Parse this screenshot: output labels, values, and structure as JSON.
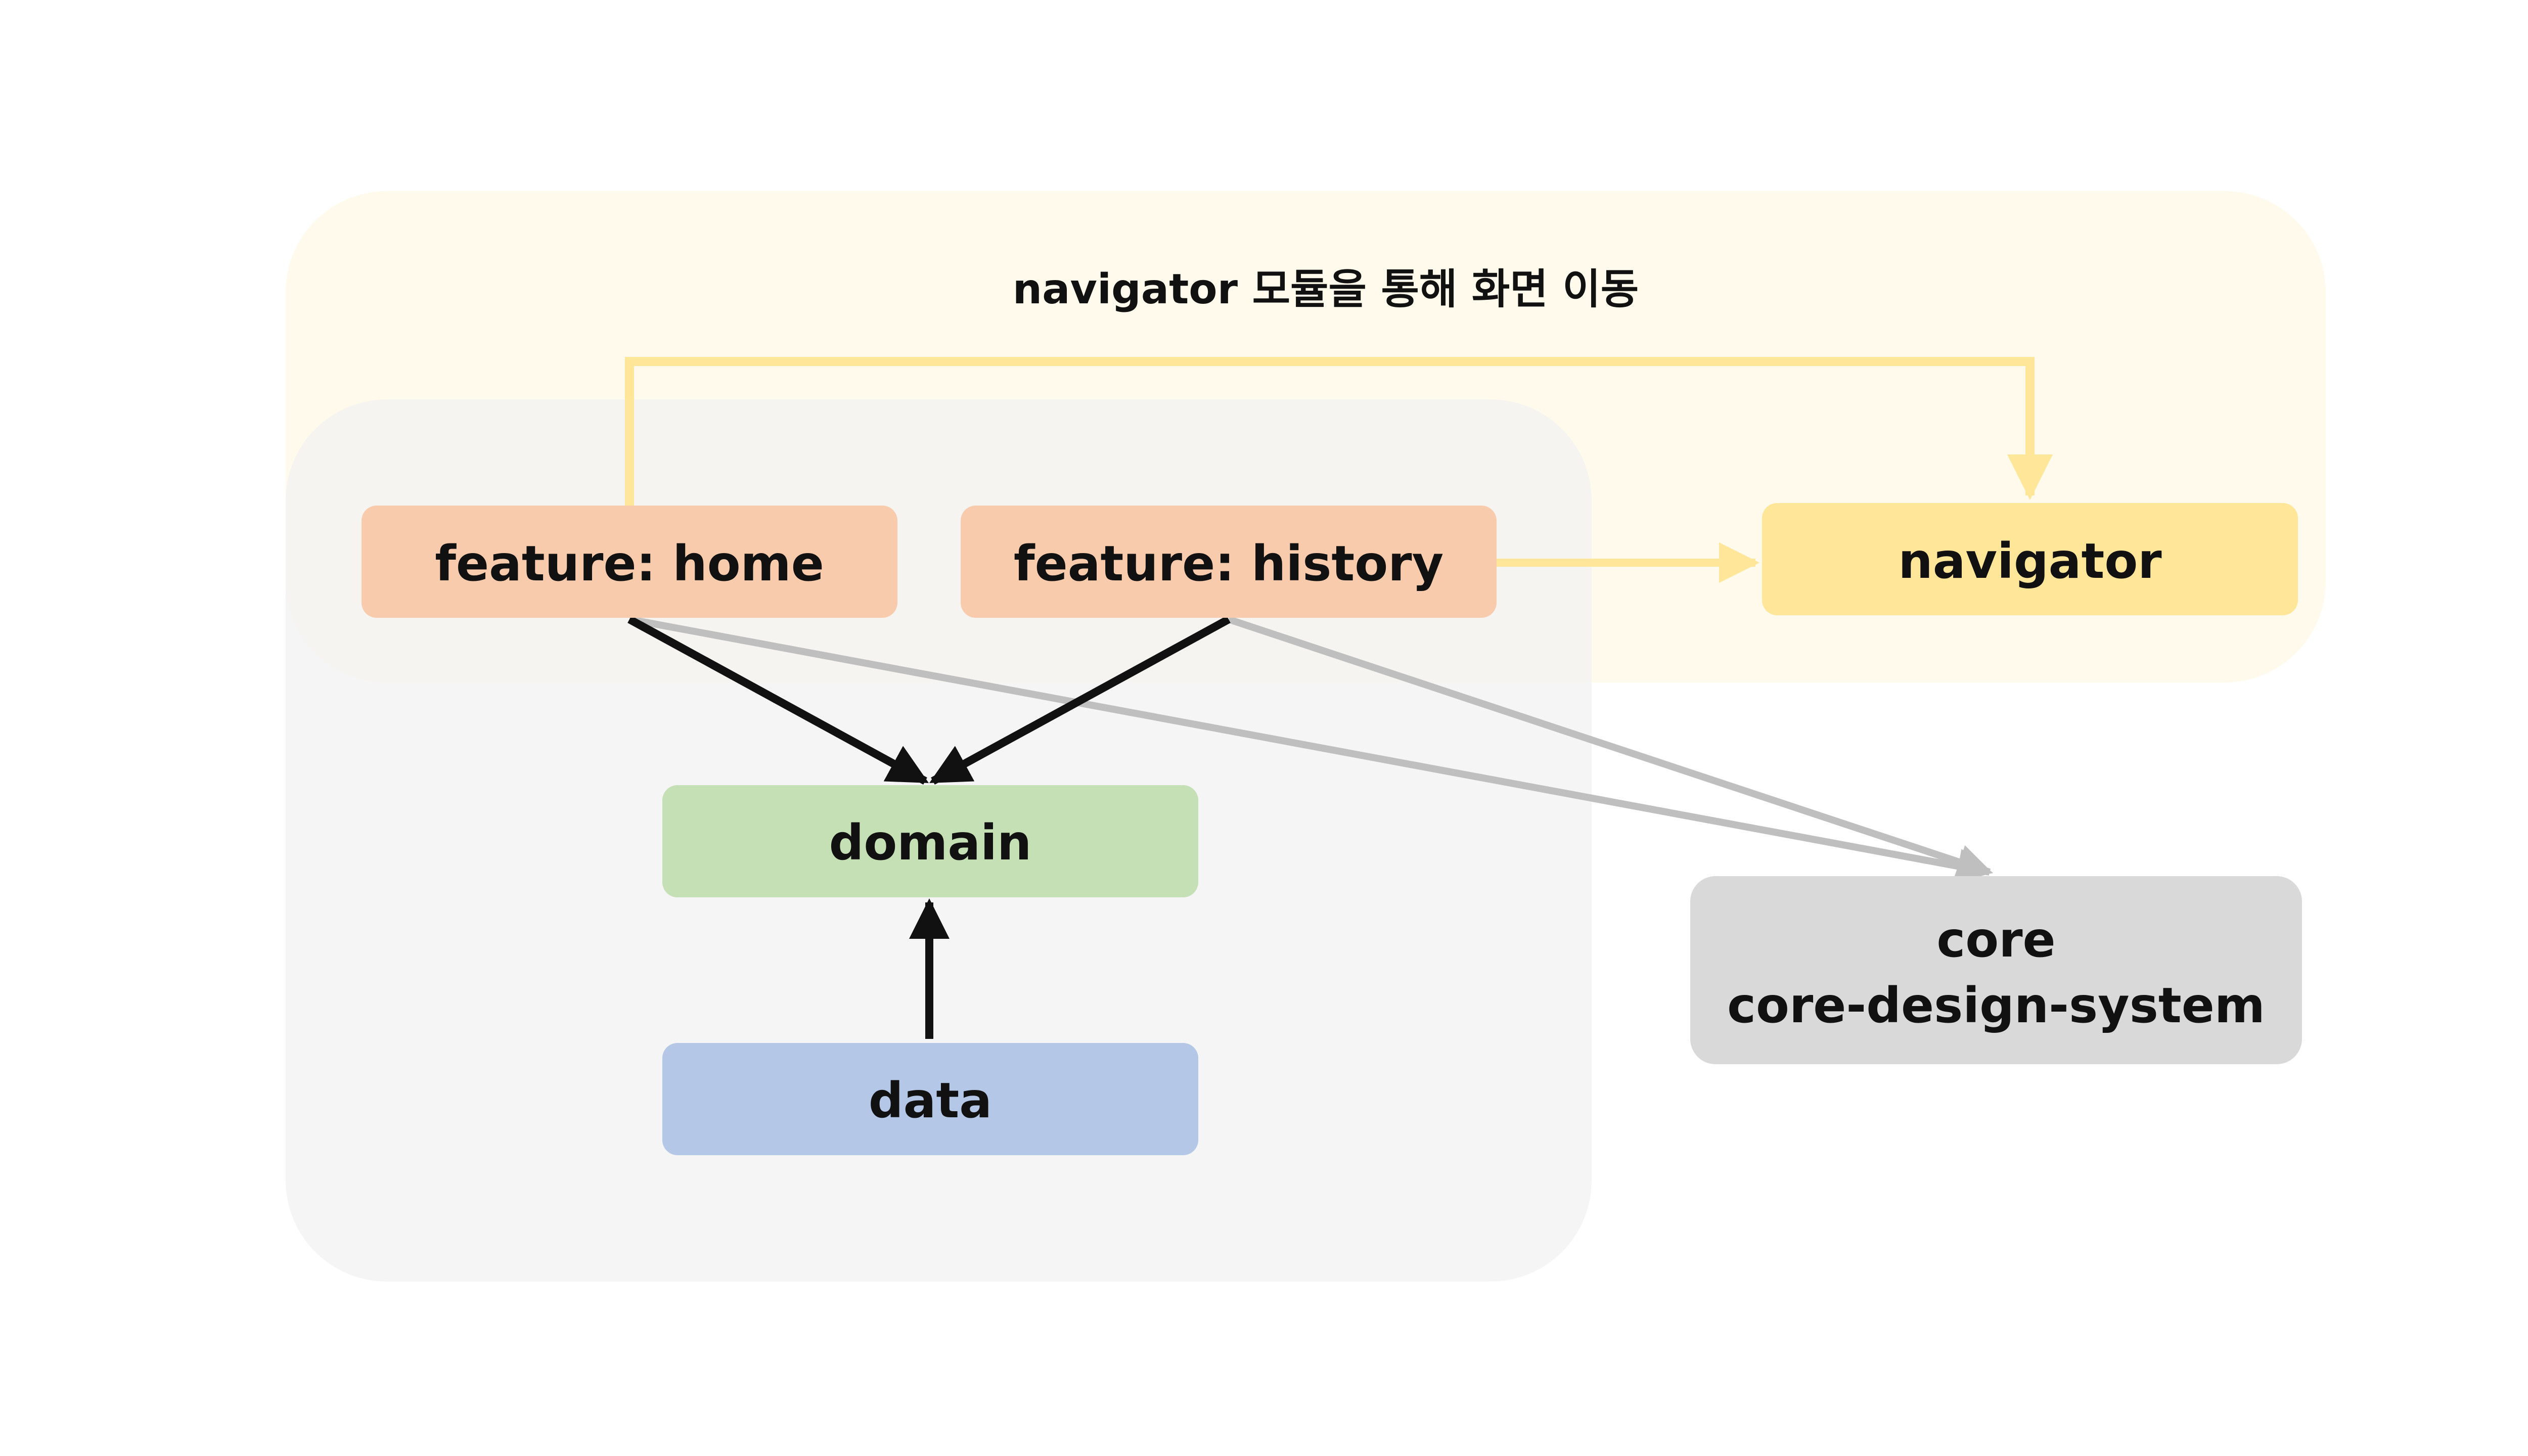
{
  "title": "navigator 모듈을 통해 화면 이동",
  "nodes": {
    "feature_home": {
      "label": "feature: home",
      "color": "#f8cbad"
    },
    "feature_history": {
      "label": "feature: history",
      "color": "#f8cbad"
    },
    "navigator": {
      "label": "navigator",
      "color": "#ffe699"
    },
    "domain": {
      "label": "domain",
      "color": "#c5e0b4"
    },
    "data": {
      "label": "data",
      "color": "#b4c7e7"
    },
    "core": {
      "label_line1": "core",
      "label_line2": "core-design-system",
      "color": "#d9d9d9"
    }
  },
  "groups": {
    "navigation_region": {
      "color": "#fff9e6"
    },
    "app_region": {
      "color": "#f2f2f2"
    }
  },
  "edges": [
    {
      "from": "feature: home",
      "to": "navigator",
      "color": "#ffe699"
    },
    {
      "from": "feature: history",
      "to": "navigator",
      "color": "#ffe699"
    },
    {
      "from": "feature: home",
      "to": "domain",
      "color": "#111111"
    },
    {
      "from": "feature: history",
      "to": "domain",
      "color": "#111111"
    },
    {
      "from": "data",
      "to": "domain",
      "color": "#111111"
    },
    {
      "from": "feature: home",
      "to": "core",
      "color": "#bfbfbf"
    },
    {
      "from": "feature: history",
      "to": "core",
      "color": "#bfbfbf"
    }
  ]
}
